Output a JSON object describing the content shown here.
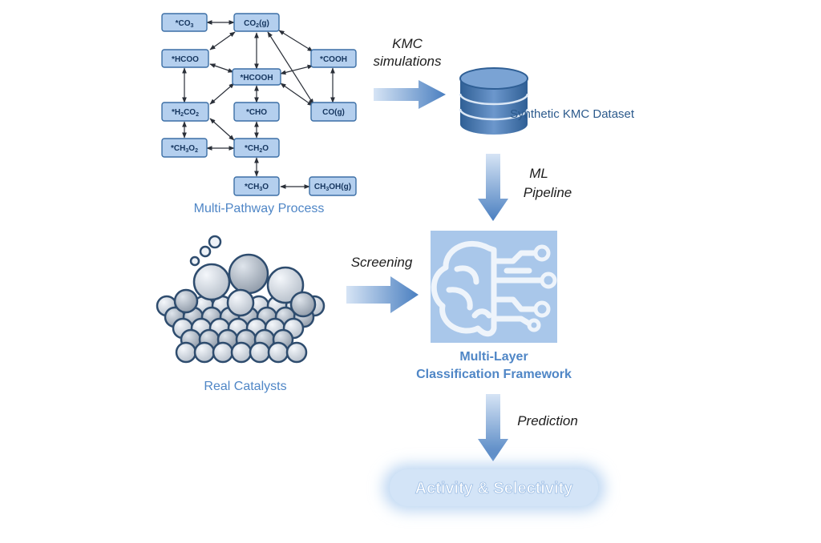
{
  "network": {
    "nodes": [
      {
        "id": "n-co3",
        "sub": [
          {
            "t": "*CO"
          },
          {
            "t": "3",
            "s": true
          }
        ]
      },
      {
        "id": "n-co2g",
        "sub": [
          {
            "t": "CO"
          },
          {
            "t": "2",
            "s": true
          },
          {
            "t": "(g)"
          }
        ]
      },
      {
        "id": "n-hcoo",
        "sub": [
          {
            "t": "*HCOO"
          }
        ]
      },
      {
        "id": "n-cooh",
        "sub": [
          {
            "t": "*COOH"
          }
        ]
      },
      {
        "id": "n-hcooh",
        "sub": [
          {
            "t": "*HCOOH"
          }
        ]
      },
      {
        "id": "n-h2co2",
        "sub": [
          {
            "t": "*H"
          },
          {
            "t": "2",
            "s": true
          },
          {
            "t": "CO"
          },
          {
            "t": "2",
            "s": true
          }
        ]
      },
      {
        "id": "n-cho",
        "sub": [
          {
            "t": "*CHO"
          }
        ]
      },
      {
        "id": "n-cog",
        "sub": [
          {
            "t": "CO(g)"
          }
        ]
      },
      {
        "id": "n-ch3o2",
        "sub": [
          {
            "t": "*CH"
          },
          {
            "t": "3",
            "s": true
          },
          {
            "t": "O"
          },
          {
            "t": "2",
            "s": true
          }
        ]
      },
      {
        "id": "n-ch2o",
        "sub": [
          {
            "t": "*CH"
          },
          {
            "t": "2",
            "s": true
          },
          {
            "t": "O"
          }
        ]
      },
      {
        "id": "n-ch3o",
        "sub": [
          {
            "t": "*CH"
          },
          {
            "t": "3",
            "s": true
          },
          {
            "t": "O"
          }
        ]
      },
      {
        "id": "n-ch3ohg",
        "sub": [
          {
            "t": "CH"
          },
          {
            "t": "3",
            "s": true
          },
          {
            "t": "OH(g)"
          }
        ]
      }
    ]
  },
  "labels": {
    "multi_pathway": "Multi-Pathway Process",
    "kmc_line1": "KMC",
    "kmc_line2": "simulations",
    "dataset": "Synthetic KMC Dataset",
    "ml_line1": "ML",
    "ml_line2": "Pipeline",
    "screening": "Screening",
    "real_catalysts": "Real Catalysts",
    "framework_line1": "Multi-Layer",
    "framework_line2": "Classification Framework",
    "prediction": "Prediction",
    "output": "Activity & Selectivity"
  },
  "colors": {
    "node_fill": "#b4cfee",
    "accent_blue": "#4f86c6",
    "arrow_blue": "#4a7fc0",
    "catalyst_fill": "#c9ced5"
  }
}
